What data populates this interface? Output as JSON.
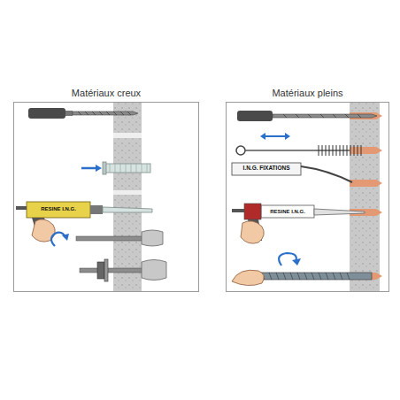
{
  "diagram": {
    "nodes": [
      {
        "text": [
          "Matériaux creux"
        ]
      },
      {
        "text": [
          "Matériaux pleins"
        ]
      }
    ],
    "labels": [
      "RESINE I.N.G.",
      "I.N.G. FIXATIONS",
      "RESINE I.N.G."
    ]
  }
}
